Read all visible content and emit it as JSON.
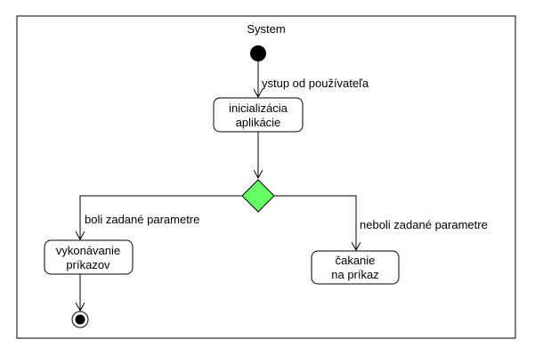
{
  "frame": {
    "title": "System"
  },
  "nodes": {
    "init": {
      "line1": "inicializácia",
      "line2": "aplikácie"
    },
    "exec": {
      "line1": "vykonávanie",
      "line2": "príkazov"
    },
    "wait": {
      "line1": "čakanie",
      "line2": "na príkaz"
    }
  },
  "edges": {
    "user_input": "ystup od používateľa",
    "params_set": "boli zadané parametre",
    "params_not_set": "neboli zadané parametre"
  },
  "colors": {
    "decision_fill": "#66ff66",
    "line": "#000000"
  }
}
